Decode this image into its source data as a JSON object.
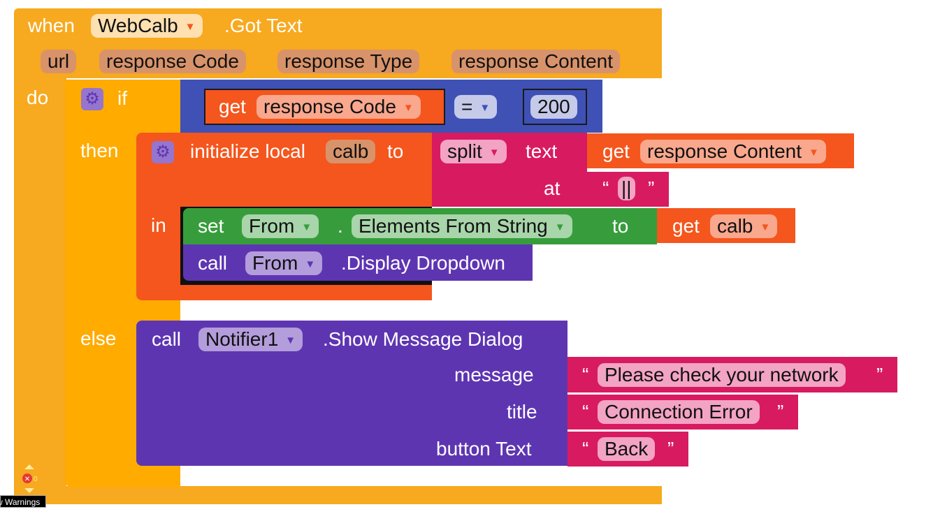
{
  "event": {
    "when": "when",
    "component": "WebCalb",
    "method": ".Got Text",
    "params": [
      "url",
      "response Code",
      "response Type",
      "response Content"
    ],
    "do": "do"
  },
  "if_block": {
    "if": "if",
    "then": "then",
    "else": "else",
    "get": "get",
    "var": "response Code",
    "op": "=",
    "value": "200"
  },
  "init_local": {
    "label": "initialize local",
    "name": "calb",
    "to": "to",
    "in": "in",
    "split": "split",
    "text": "text",
    "get": "get",
    "content_var": "response Content",
    "at": "at",
    "sep": "||"
  },
  "set_block": {
    "set": "set",
    "component": "From",
    "dot": ".",
    "property": "Elements From String",
    "to": "to",
    "get": "get",
    "var": "calb"
  },
  "call_dropdown": {
    "call": "call",
    "component": "From",
    "method": ".Display Dropdown"
  },
  "call_notifier": {
    "call": "call",
    "component": "Notifier1",
    "method": ".Show Message Dialog",
    "message_label": "message",
    "message_value": "Please check your network",
    "title_label": "title",
    "title_value": "Connection Error",
    "button_label": "button Text",
    "button_value": "Back"
  },
  "warnings": {
    "count": "0",
    "tooltip": "w Warnings"
  },
  "quotes": {
    "open": "“",
    "close": "”"
  },
  "arrow": "▼",
  "colors": {
    "event": "#f7a91f",
    "variable": "#f4561d",
    "logic": "#3f51b5",
    "component_set": "#379d3c",
    "component_call": "#5e35b1",
    "text": "#d81b60"
  }
}
